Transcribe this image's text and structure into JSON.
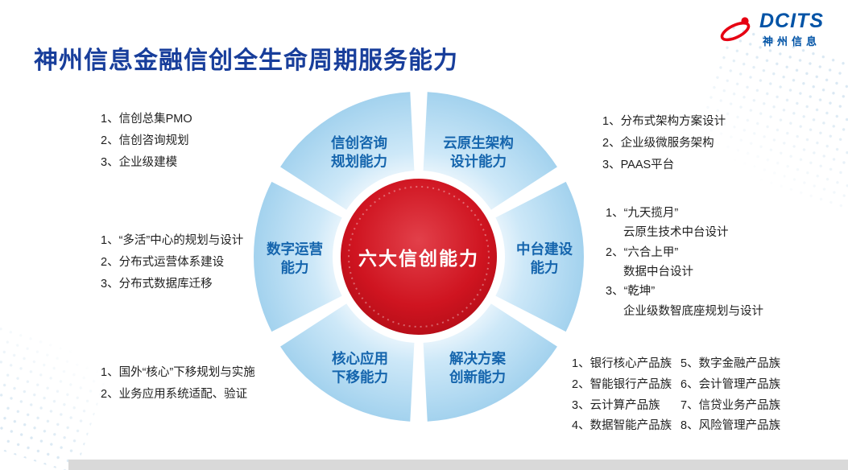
{
  "slide": {
    "title": "神州信息金融信创全生命周期服务能力"
  },
  "logo": {
    "brand": "DCITS",
    "company": "神州信息"
  },
  "wheel": {
    "center_label": "六大信创能力",
    "segments": [
      {
        "line1": "信创咨询",
        "line2": "规划能力"
      },
      {
        "line1": "云原生架构",
        "line2": "设计能力"
      },
      {
        "line1": "中台建设",
        "line2": "能力"
      },
      {
        "line1": "解决方案",
        "line2": "创新能力"
      },
      {
        "line1": "核心应用",
        "line2": "下移能力"
      },
      {
        "line1": "数字运营",
        "line2": "能力"
      }
    ]
  },
  "lists": {
    "consulting": {
      "items": [
        "1、信创总集PMO",
        "2、信创咨询规划",
        "3、企业级建模"
      ]
    },
    "cloud": {
      "items": [
        "1、分布式架构方案设计",
        "2、企业级微服务架构",
        "3、PAAS平台"
      ]
    },
    "digital_ops": {
      "items": [
        "1、“多活”中心的规划与设计",
        "2、分布式运营体系建设",
        "3、分布式数据库迁移"
      ]
    },
    "middle_platform": {
      "items": [
        {
          "line": "1、“九天揽月”",
          "sub": "云原生技术中台设计"
        },
        {
          "line": "2、“六合上甲”",
          "sub": "数据中台设计"
        },
        {
          "line": "3、“乾坤”",
          "sub": "企业级数智底座规划与设计"
        }
      ]
    },
    "core_migration": {
      "items": [
        "1、国外“核心”下移规划与实施",
        "2、业务应用系统适配、验证"
      ]
    },
    "solutions_col1": {
      "items": [
        "1、银行核心产品族",
        "2、智能银行产品族",
        "3、云计算产品族",
        "4、数据智能产品族"
      ]
    },
    "solutions_col2": {
      "items": [
        "5、数字金融产品族",
        "6、会计管理产品族",
        "7、信贷业务产品族",
        "8、风险管理产品族"
      ]
    }
  },
  "colors": {
    "title_blue": "#183e9b",
    "segment_label_blue": "#1565ad",
    "ring_blue": "#a3d2ee",
    "center_red": "#c8101b",
    "logo_blue": "#0053a6",
    "logo_red": "#e60012",
    "bottom_bar_gray": "#d9d9d9"
  }
}
